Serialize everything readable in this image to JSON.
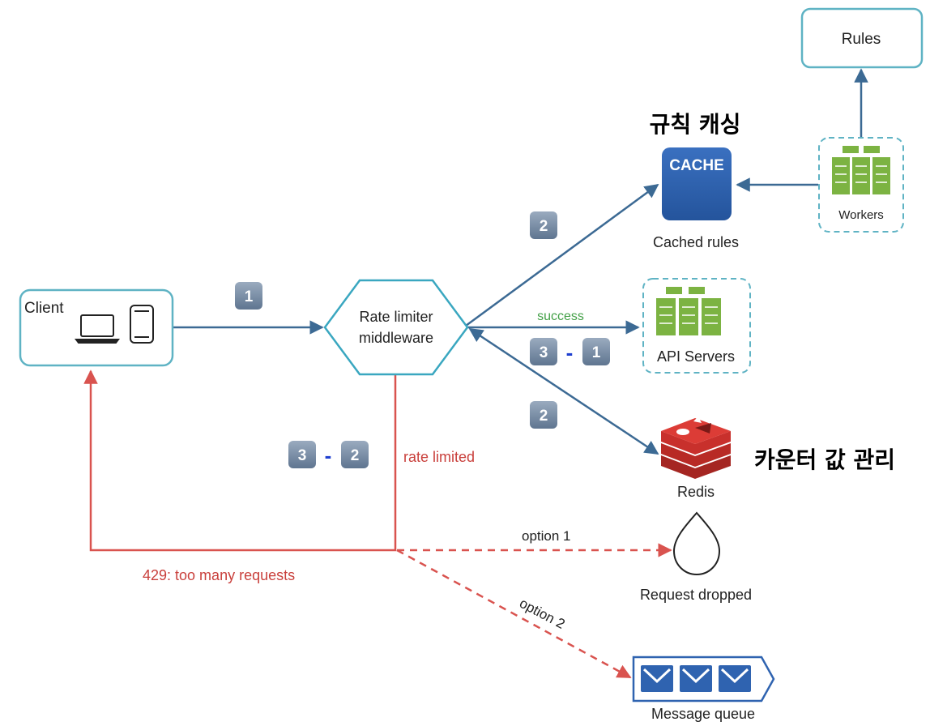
{
  "nodes": {
    "client": "Client",
    "rate_limiter_line1": "Rate limiter",
    "rate_limiter_line2": "middleware",
    "rules": "Rules",
    "cache_label": "CACHE",
    "cached_rules": "Cached rules",
    "workers": "Workers",
    "api_servers": "API Servers",
    "redis": "Redis",
    "request_dropped": "Request dropped",
    "message_queue": "Message queue"
  },
  "edges": {
    "success": "success",
    "rate_limited": "rate limited",
    "too_many_requests": "429: too many requests",
    "option1": "option 1",
    "option2": "option 2"
  },
  "badges": {
    "step1": "1",
    "step2_cache": "2",
    "step2_redis": "2",
    "step3_1_a": "3",
    "step3_1_dash": "-",
    "step3_1_b": "1",
    "step3_2_a": "3",
    "step3_2_dash": "-",
    "step3_2_b": "2"
  },
  "annotations": {
    "rule_caching": "규칙 캐싱",
    "counter_management": "카운터 값 관리"
  },
  "colors": {
    "teal_border": "#5fb3c4",
    "hex_border": "#3aa7c0",
    "blue_arrow": "#3c6a94",
    "red_arrow": "#d9534f",
    "cache_blue": "#2f63b0",
    "server_green": "#7cb342",
    "success_green": "#43a047",
    "badge_gray": "#7a8ea5",
    "redis_red": "#c8302c"
  }
}
